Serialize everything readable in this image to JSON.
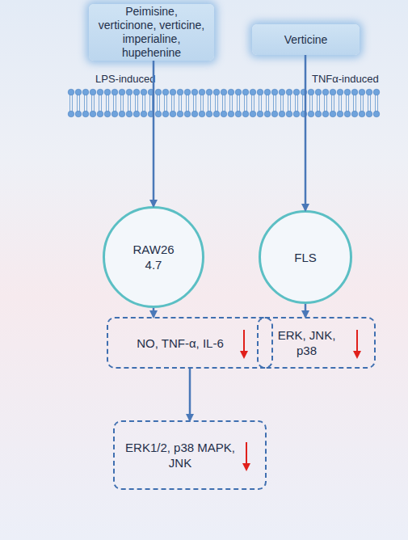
{
  "diagram": {
    "nodes": [
      {
        "text": [
          "Peimisine, verticinone, verticine, imperialine, hupehenine"
        ]
      },
      {
        "text": [
          "Verticine"
        ]
      },
      {
        "text": [
          "RAW26 4.7"
        ]
      },
      {
        "text": [
          "FLS"
        ]
      },
      {
        "text": [
          "NO, TNF-α, IL-6"
        ]
      },
      {
        "text": [
          "ERK, JNK, p38"
        ]
      },
      {
        "text": [
          "ERK1/2, p38 MAPK, JNK"
        ]
      }
    ],
    "edges": [
      {
        "from": 0,
        "to": 2,
        "arrow": "to"
      },
      {
        "from": 1,
        "to": 3,
        "arrow": "to"
      },
      {
        "from": 2,
        "to": 4,
        "arrow": "to"
      },
      {
        "from": 3,
        "to": 5,
        "arrow": "to"
      },
      {
        "from": 4,
        "to": 6,
        "arrow": "to"
      }
    ],
    "labels": [
      "LPS-induced",
      "TNFα-induced"
    ]
  }
}
